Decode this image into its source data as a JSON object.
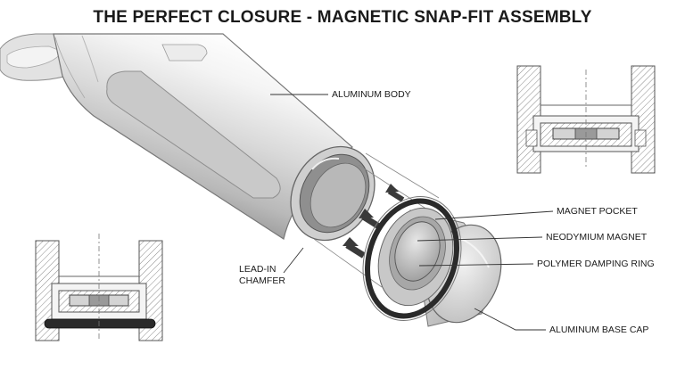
{
  "title": "THE PERFECT CLOSURE - MAGNETIC SNAP-FIT ASSEMBLY",
  "labels": {
    "aluminum_body": "ALUMINUM BODY",
    "magnet_pocket": "MAGNET POCKET",
    "neodymium_magnet": "NEODYMIUM MAGNET",
    "polymer_damping_ring": "POLYMER DAMPING RING",
    "aluminum_base_cap": "ALUMINUM BASE CAP",
    "lead_in_line1": "LEAD-IN",
    "lead_in_line2": "CHAMFER"
  }
}
